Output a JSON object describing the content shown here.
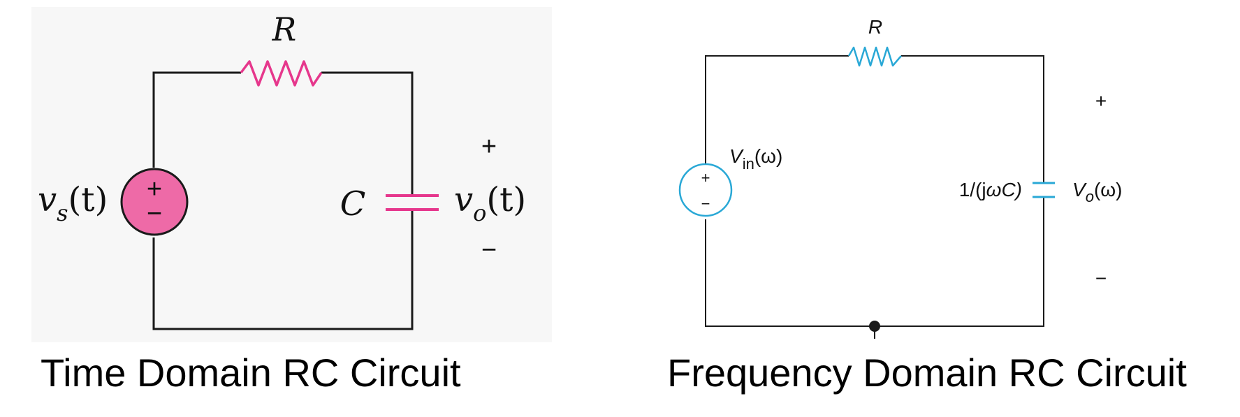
{
  "time_domain": {
    "caption": "Time Domain RC Circuit",
    "resistor_label": "R",
    "capacitor_label": "C",
    "source_label": {
      "base": "v",
      "sub": "s",
      "arg": "(t)"
    },
    "output_label": {
      "base": "v",
      "sub": "o",
      "arg": "(t)"
    },
    "plus": "+",
    "minus": "−",
    "source_plus": "+",
    "source_minus": "−",
    "colors": {
      "component": "#e6378c",
      "source_fill": "#ee6aa7",
      "wire": "#1a1a1a"
    }
  },
  "frequency_domain": {
    "caption": "Frequency Domain RC Circuit",
    "resistor_label": "R",
    "source_label": {
      "base": "V",
      "sub": "in",
      "arg": "(ω)"
    },
    "impedance_label": {
      "pre": "1/(j",
      "omega": "ω",
      "post": "C)"
    },
    "output_label": {
      "base": "V",
      "sub": "o",
      "arg": "(ω)"
    },
    "plus": "+",
    "minus": "−",
    "source_plus": "+",
    "source_minus": "−",
    "colors": {
      "component": "#29a8d6",
      "wire": "#1a1a1a"
    }
  }
}
